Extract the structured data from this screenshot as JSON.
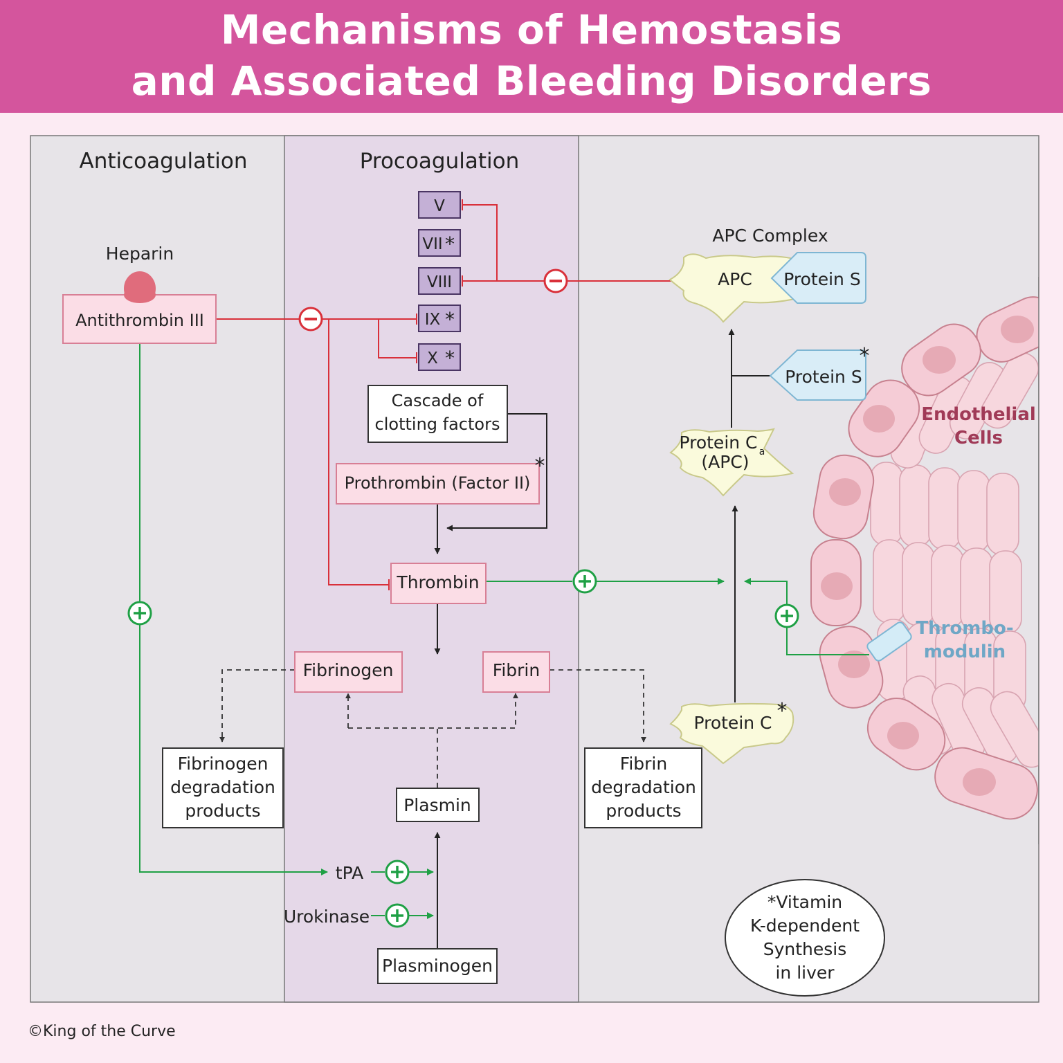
{
  "header": {
    "title_line1": "Mechanisms of Hemostasis",
    "title_line2": "and Associated Bleeding Disorders",
    "background_color": "#d4559d"
  },
  "sections": {
    "anticoagulation": "Anticoagulation",
    "procoagulation": "Procoagulation"
  },
  "factors": [
    "V",
    "VII",
    "VIII",
    "IX",
    "X"
  ],
  "asterisk": "*",
  "nodes": {
    "heparin": "Heparin",
    "antithrombin": "Antithrombin III",
    "cascade_line1": "Cascade of",
    "cascade_line2": "clotting factors",
    "prothrombin": "Prothrombin (Factor II)",
    "thrombin": "Thrombin",
    "fibrinogen": "Fibrinogen",
    "fibrin": "Fibrin",
    "fibrinogen_dp_line1": "Fibrinogen",
    "fibrinogen_dp_line2": "degradation",
    "fibrinogen_dp_line3": "products",
    "fibrin_dp_line1": "Fibrin",
    "fibrin_dp_line2": "degradation",
    "fibrin_dp_line3": "products",
    "plasmin": "Plasmin",
    "tpa": "tPA",
    "urokinase": "Urokinase",
    "plasminogen": "Plasminogen",
    "apc_complex": "APC Complex",
    "apc": "APC",
    "protein_s": "Protein S",
    "protein_ca_line1": "Protein C",
    "protein_ca_subscript": "a",
    "protein_ca_line2": "(APC)",
    "protein_c": "Protein C",
    "endothelial_line1": "Endothelial",
    "endothelial_line2": "Cells",
    "thrombomodulin_line1": "Thrombo-",
    "thrombomodulin_line2": "modulin"
  },
  "legend": {
    "line1": "*Vitamin",
    "line2": "K-dependent",
    "line3": "Synthesis",
    "line4": "in liver"
  },
  "signs": {
    "minus": "−",
    "plus": "+"
  },
  "copyright": "©King of the Curve",
  "colors": {
    "inhibit": "#d9303a",
    "activate": "#1fa045",
    "factor_fill": "#c4b0d6",
    "pink_box": "#fbdde6",
    "yellow_shape": "#fafadc",
    "blue_shape": "#d9edf7",
    "endothelial_label": "#a03a57",
    "thrombomodulin_label": "#6fa7c6"
  }
}
